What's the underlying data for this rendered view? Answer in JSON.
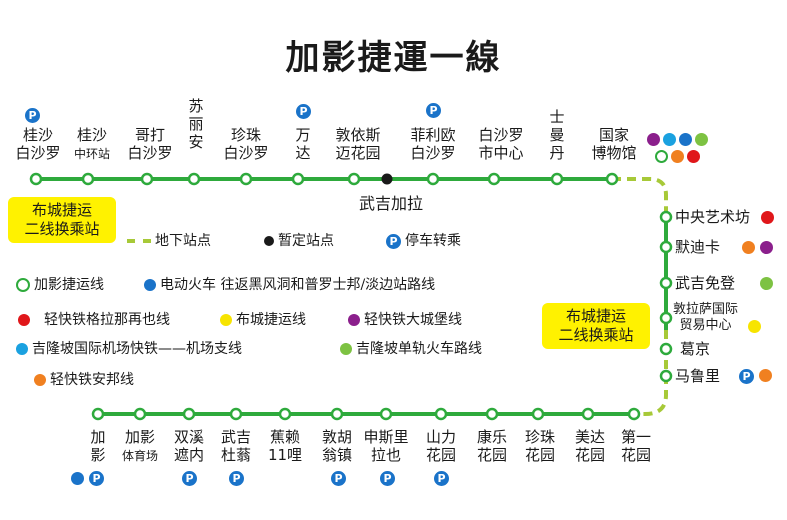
{
  "title": "加影捷運一線",
  "colors": {
    "line": "#2eaa3c",
    "underground": "#a7c938",
    "parking": "#1a73c9",
    "ktm": "#1a73c9",
    "ampang": "#e0171a",
    "kelana": "#f7e400",
    "shah_alam": "#8b1f8c",
    "klia": "#1aa1e0",
    "monorail": "#7dc242",
    "sri_petaling": "#f08020",
    "interchange_box": "#fff200"
  },
  "top_stations": [
    {
      "name": "桂沙\n白沙罗",
      "parking": true
    },
    {
      "name": "桂沙\n中环站",
      "small_second": true
    },
    {
      "name": "哥打\n白沙罗"
    },
    {
      "name": "苏\n丽\n安"
    },
    {
      "name": "珍珠\n白沙罗"
    },
    {
      "name": "万\n达",
      "parking": true
    },
    {
      "name": "敦依斯\n迈花园"
    },
    {
      "name": "菲利欧\n白沙罗",
      "parking": true
    },
    {
      "name": "白沙罗\n市中心"
    },
    {
      "name": "士\n曼\n丹"
    },
    {
      "name": "国家\n博物馆"
    }
  ],
  "tentative_station": "武吉加拉",
  "right_stations": [
    {
      "name": "中央艺术坊"
    },
    {
      "name": "默迪卡"
    },
    {
      "name": "武吉免登"
    },
    {
      "name": "敦拉萨国际\n贸易中心"
    },
    {
      "name": "葛京"
    },
    {
      "name": "马鲁里"
    }
  ],
  "bottom_stations": [
    {
      "name": "加\n影"
    },
    {
      "name": "加影\n体育场",
      "small_second": true
    },
    {
      "name": "双溪\n遮内",
      "parking": true
    },
    {
      "name": "武吉\n杜蓊",
      "parking": true
    },
    {
      "name": "蕉赖\n11哩"
    },
    {
      "name": "敦胡\n翁镇",
      "parking": true
    },
    {
      "name": "申斯里\n拉也",
      "parking": true
    },
    {
      "name": "山力\n花园",
      "parking": true
    },
    {
      "name": "康乐\n花园"
    },
    {
      "name": "珍珠\n花园"
    },
    {
      "name": "美达\n花园"
    },
    {
      "name": "第一\n花园"
    }
  ],
  "interchange_left": "布城捷运\n二线换乘站",
  "interchange_right": "布城捷运\n二线换乘站",
  "parking_symbol": "P",
  "legend": {
    "underground": "地下站点",
    "tentative": "暂定站点",
    "parking": "停车转乘",
    "sbk_line": "加影捷运线",
    "ktm": "电动火车",
    "ktm_routes": "往返黑风洞和普罗士邦/淡边站路线",
    "ampang": "轻快铁格拉那再也线",
    "kelana": "布城捷运线",
    "shah_alam": "轻快铁大城堡线",
    "klia": "吉隆坡国际机场快铁——机场支线",
    "monorail": "吉隆坡单轨火车路线",
    "sri_petaling": "轻快铁安邦线"
  }
}
